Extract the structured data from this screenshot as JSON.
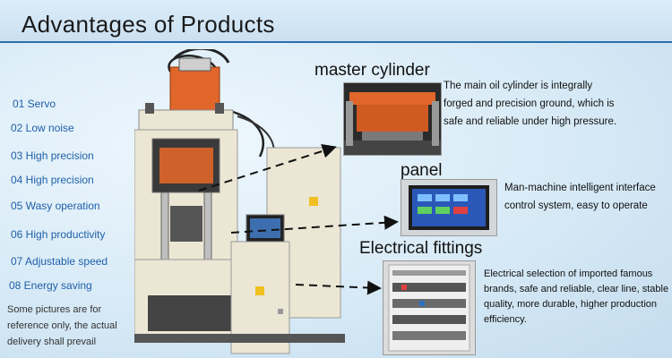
{
  "header": {
    "title": "Advantages of Products"
  },
  "advantages": [
    "01 Servo",
    "02 Low noise",
    "03 High precision",
    "04 High precision",
    "05 Wasy operation",
    "06 High productivity",
    "07  Adjustable speed",
    "08 Energy saving"
  ],
  "note": "Some pictures are for reference only, the actual delivery shall prevail",
  "features": {
    "master_cylinder": {
      "title": "master cylinder",
      "description": "The main oil cylinder is integrally forged and precision ground, which is safe and reliable under high pressure."
    },
    "panel": {
      "title": "panel",
      "description": "Man-machine intelligent interface control system, easy to operate"
    },
    "electrical": {
      "title": "Electrical fittings",
      "description": "Electrical selection of imported famous brands, safe and reliable, clear line, stable quality, more durable, higher production efficiency."
    }
  },
  "colors": {
    "accent": "#2c6fa8",
    "list_text": "#1f5fa8",
    "machine_body": "#ece6d4",
    "cylinder_orange": "#e0662a"
  }
}
